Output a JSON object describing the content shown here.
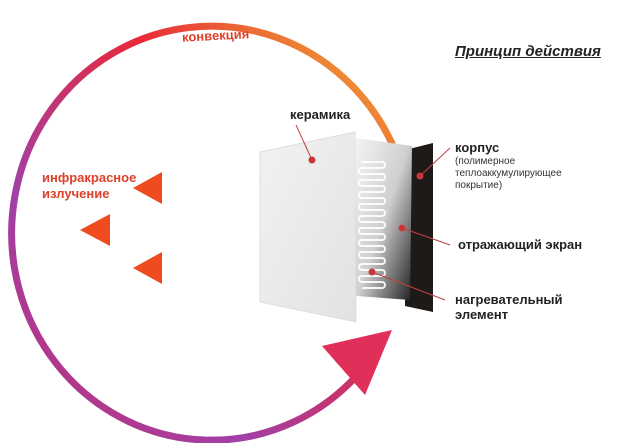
{
  "title": "Принцип действия",
  "labels": {
    "convection": "конвекция",
    "ceramic": "керамика",
    "infrared_line1": "инфракрасное",
    "infrared_line2": "излучение",
    "body": "корпус",
    "body_desc_1": "(полимерное",
    "body_desc_2": "теплоаккумулирующее",
    "body_desc_3": "покрытие)",
    "reflector": "отражающий экран",
    "heater_line1": "нагревательный",
    "heater_line2": "элемент"
  },
  "colors": {
    "arc_start": "#f0b030",
    "arc_mid": "#e8303a",
    "arc_end": "#9a4ab0",
    "arrow": "#f04a20",
    "pointer": "#d03030"
  }
}
